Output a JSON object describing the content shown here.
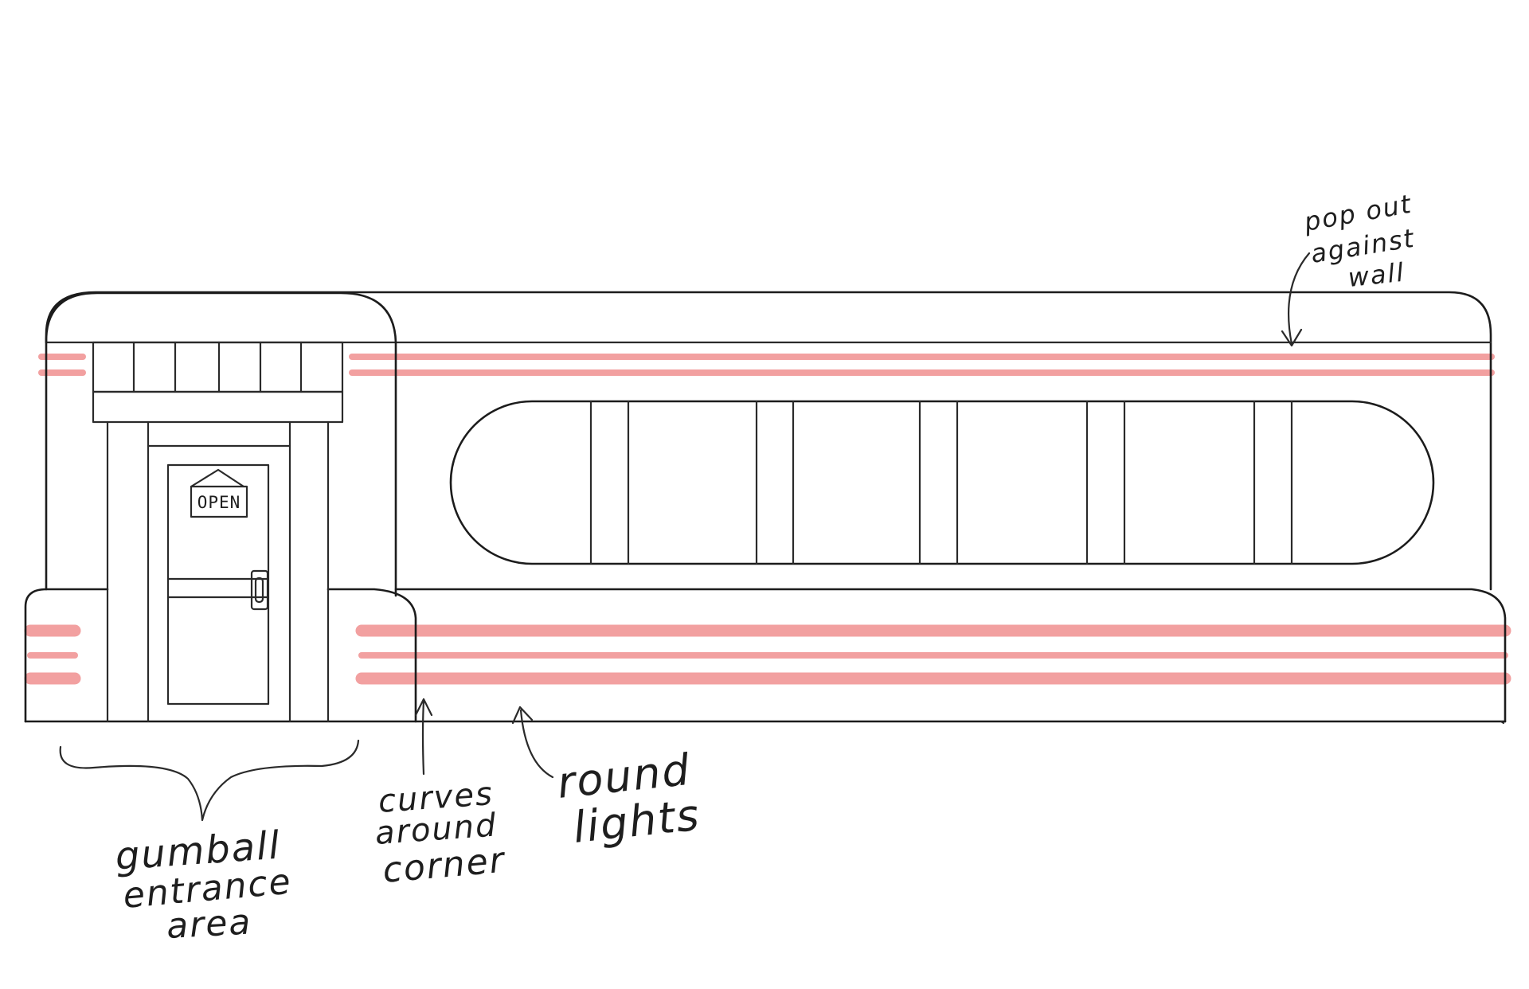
{
  "sign": {
    "text": "OPEN"
  },
  "annotations": {
    "pop_out": [
      "pop out",
      "against",
      "wall"
    ],
    "entrance": [
      "gumball",
      "entrance",
      "area"
    ],
    "curves": [
      "curves",
      "around",
      "corner"
    ],
    "lights": [
      "round",
      "lights"
    ]
  },
  "colors": {
    "ink": "#1c1c1c",
    "neon_stripe": "#f2a0a0",
    "background": "#ffffff"
  }
}
